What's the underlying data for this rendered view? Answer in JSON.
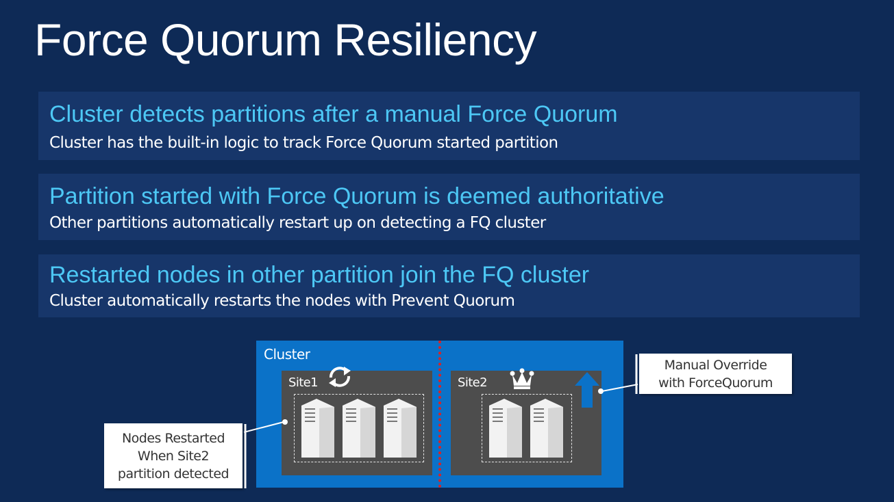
{
  "title": "Force Quorum Resiliency",
  "points": [
    {
      "heading": "Cluster detects partitions after a manual Force Quorum",
      "detail": "Cluster has the built-in logic to track Force Quorum started partition"
    },
    {
      "heading": "Partition started with Force Quorum is deemed authoritative",
      "detail": "Other partitions automatically restart up on detecting a FQ cluster"
    },
    {
      "heading": "Restarted nodes in other partition join the FQ cluster",
      "detail": "Cluster automatically restarts the nodes with Prevent Quorum"
    }
  ],
  "diagram": {
    "cluster_label": "Cluster",
    "site1": {
      "label": "Site1",
      "icon": "refresh-icon",
      "nodes": 3
    },
    "site2": {
      "label": "Site2",
      "icon": "crown-icon",
      "nodes": 2,
      "indicator": "up-arrow-icon"
    },
    "callout_left": [
      "Nodes Restarted",
      "When Site2",
      "partition detected"
    ],
    "callout_right": [
      "Manual Override",
      "with ForceQuorum"
    ],
    "colors": {
      "background": "#0e2a56",
      "card": "#17366a",
      "heading": "#4dc8f5",
      "cluster": "#0b72c8",
      "site": "#4d4d4d",
      "divider": "#e02020",
      "arrow": "#0b72c8"
    }
  }
}
